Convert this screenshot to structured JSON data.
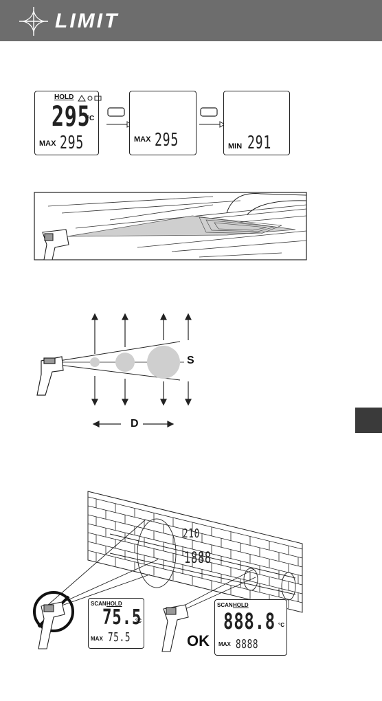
{
  "header": {
    "brand": "LIMIT",
    "logo_icon": "cross-star-icon"
  },
  "displays": [
    {
      "hold": "HOLD",
      "main": "295",
      "unit": "°C",
      "sub_label": "MAX",
      "sub": "295"
    },
    {
      "sub_label": "MAX",
      "sub": "295"
    },
    {
      "sub_label": "MIN",
      "sub": "291"
    }
  ],
  "distance_diagram": {
    "spot_label": "S",
    "distance_label": "D"
  },
  "wall_scene": {
    "wall_reading_top": "210",
    "wall_reading_bottom": "1888",
    "left_display": {
      "scan": "SCAN",
      "hold": "HOLD",
      "main": "75.5",
      "unit": "°C",
      "sub_label": "MAX",
      "sub": "75.5"
    },
    "right_display": {
      "scan": "SCAN",
      "hold": "HOLD",
      "main": "888.8",
      "unit": "°C",
      "sub_label": "MAX",
      "sub": "8888"
    },
    "ok_label": "OK"
  }
}
